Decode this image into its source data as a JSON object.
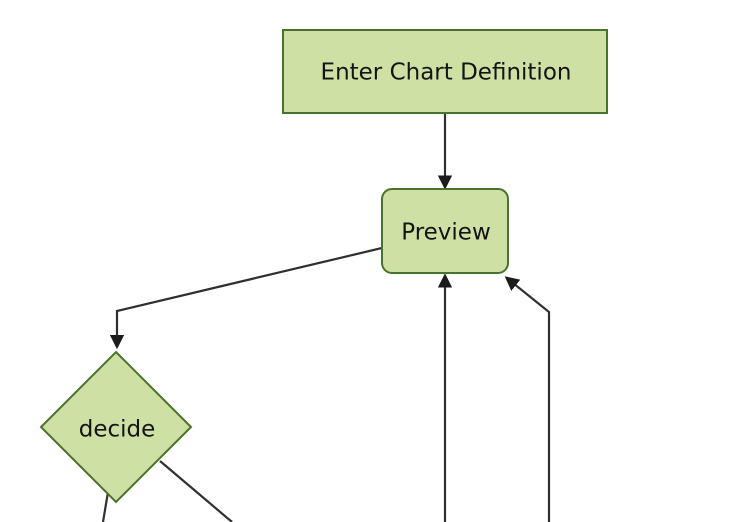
{
  "diagram": {
    "kind": "flowchart",
    "background_color": "#ffffff",
    "colors": {
      "node_fill": "#cfe0a4",
      "node_border": "#4a722c",
      "edge_line": "#2f2f2f",
      "arrowhead": "#1b1b1b",
      "label_text": "#141414"
    },
    "nodes": [
      {
        "id": "A",
        "label": "Enter Chart Definition",
        "shape": "rectangle"
      },
      {
        "id": "B",
        "label": "Preview",
        "shape": "rounded-rectangle"
      },
      {
        "id": "C",
        "label": "decide",
        "shape": "diamond"
      }
    ],
    "edges": [
      {
        "from": "Enter Chart Definition",
        "to": "Preview",
        "arrowhead": true
      },
      {
        "from": "Preview",
        "to": "decide",
        "arrowhead": true
      },
      {
        "from": "decide",
        "to": "offscreen-bottom-left",
        "arrowhead": false
      },
      {
        "from": "decide",
        "to": "offscreen-bottom-right",
        "arrowhead": false
      },
      {
        "from": "offscreen-bottom",
        "to": "Preview",
        "arrowhead": true
      },
      {
        "from": "offscreen-bottom-right",
        "to": "Preview",
        "arrowhead": true
      }
    ]
  }
}
